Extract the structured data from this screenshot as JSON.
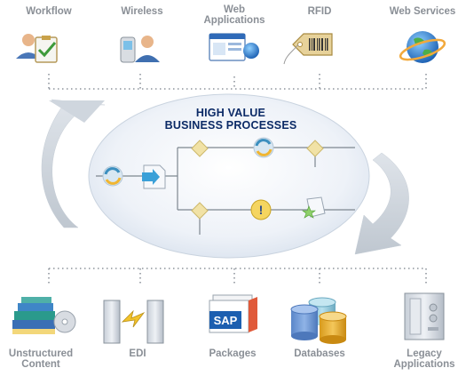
{
  "title": {
    "line1": "HIGH VALUE",
    "line2": "BUSINESS PROCESSES"
  },
  "top_items": [
    {
      "label": "Workflow",
      "icon": "workflow-user-clipboard-icon"
    },
    {
      "label": "Wireless",
      "icon": "wireless-phone-user-icon"
    },
    {
      "label_line1": "Web",
      "label_line2": "Applications",
      "icon": "web-applications-browser-icon"
    },
    {
      "label": "RFID",
      "icon": "rfid-tag-icon"
    },
    {
      "label": "Web Services",
      "icon": "web-services-globe-icon"
    }
  ],
  "bottom_items": [
    {
      "label_line1": "Unstructured",
      "label_line2": "Content",
      "icon": "unstructured-content-books-icon"
    },
    {
      "label": "EDI",
      "icon": "edi-servers-icon"
    },
    {
      "label": "Packages",
      "icon": "sap-packages-icon",
      "badge": "SAP"
    },
    {
      "label": "Databases",
      "icon": "databases-cylinders-icon"
    },
    {
      "label_line1": "Legacy",
      "label_line2": "Applications",
      "icon": "legacy-applications-server-icon"
    }
  ],
  "colors": {
    "label": "#8a8f96",
    "title": "#0b2a66",
    "arrow": "#c9d0d8",
    "ellipse": "#e4ebf4",
    "diamond": "#f1e2a6",
    "line": "#7e8790"
  }
}
